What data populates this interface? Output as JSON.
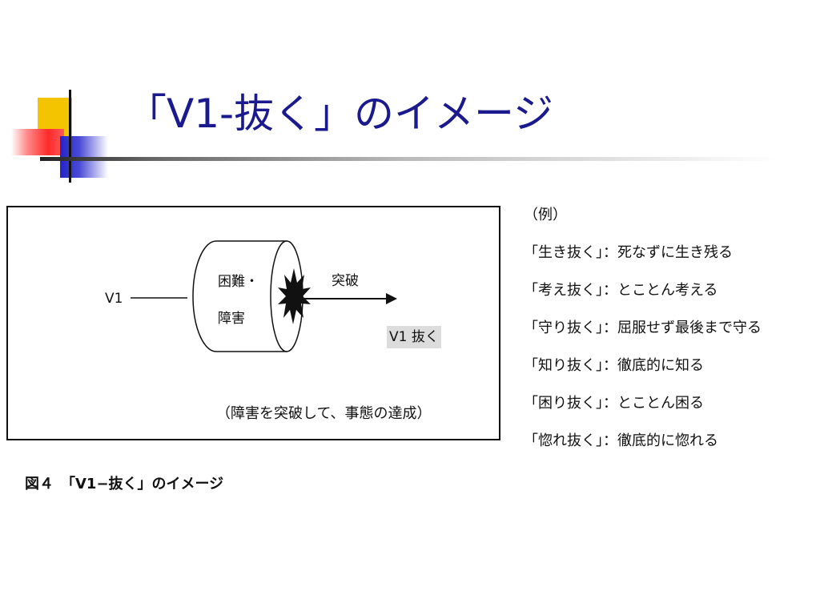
{
  "slide": {
    "title": "「V1-抜く」のイメージ"
  },
  "diagram": {
    "input_label": "V1",
    "obstacle_line1": "困難・",
    "obstacle_line2": "障害",
    "breakthrough_label": "突破",
    "result_label": "V1 抜く",
    "inner_caption": "（障害を突破して、事態の達成）"
  },
  "figure_caption": "図４　「V1−抜く」のイメージ",
  "examples": {
    "heading": "（例）",
    "items": [
      "「生き抜く」：死なずに生き残る",
      "「考え抜く」：とことん考える",
      "「守り抜く」：屈服せず最後まで守る",
      "「知り抜く」：徹底的に知る",
      "「困り抜く」：とことん困る",
      "「惚れ抜く」：徹底的に惚れる"
    ]
  },
  "colors": {
    "title": "#1a1a8e",
    "accent_yellow": "#f5c400",
    "accent_red": "#ff2a2a",
    "accent_blue": "#2424c8"
  }
}
